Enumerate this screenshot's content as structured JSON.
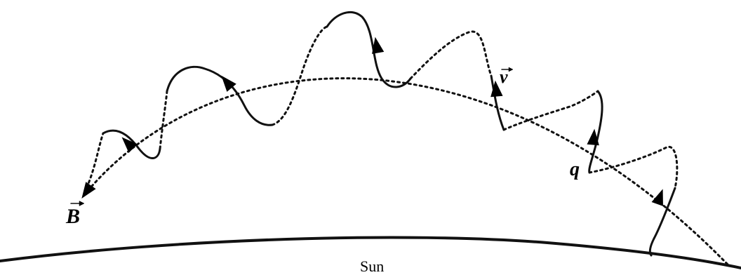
{
  "labels": {
    "magnetic_field": "B",
    "velocity": "v",
    "charge": "q",
    "star": "Sun"
  }
}
